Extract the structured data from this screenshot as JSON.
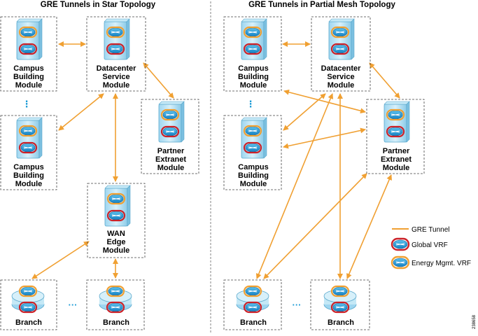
{
  "titles": {
    "star": "GRE Tunnels in Star Topology",
    "mesh": "GRE Tunnels in Partial Mesh Topology"
  },
  "modules": {
    "campus": [
      "Campus",
      "Building",
      "Module"
    ],
    "datacenter": [
      "Datacenter",
      "Service",
      "Module"
    ],
    "partner": [
      "Partner",
      "Extranet",
      "Module"
    ],
    "wan": [
      "WAN",
      "Edge",
      "Module"
    ],
    "branch": "Branch"
  },
  "legend": {
    "gre_tunnel": "GRE Tunnel",
    "global_vrf": "Global VRF",
    "energy_vrf": "Energy Mgmt. VRF"
  },
  "ellipsis_vertical": "⋮",
  "ellipsis_horizontal": "···",
  "figure_id": "238658",
  "colors": {
    "tunnel": "#f0a032",
    "global_vrf_ring": "#cc2229",
    "energy_vrf_ring": "#f0a032",
    "device": "#1a9ad6"
  },
  "icons": {
    "router": "router-icon",
    "switch": "switch-icon"
  }
}
